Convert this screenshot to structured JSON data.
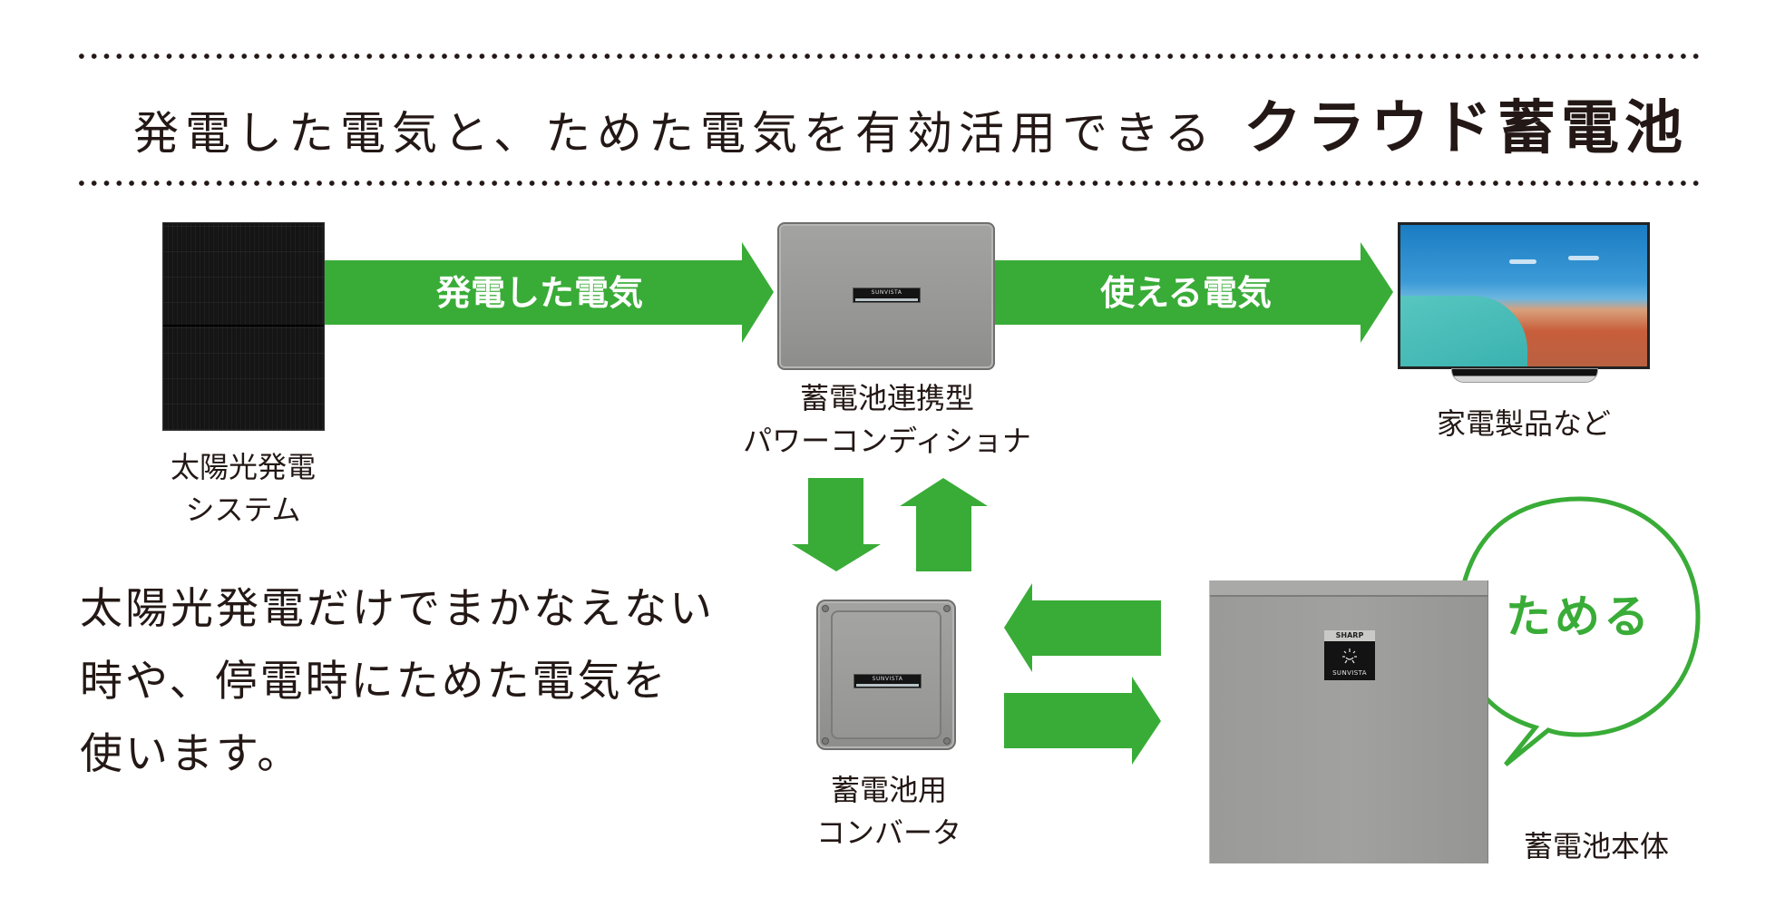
{
  "header": {
    "title_main": "発電した電気と、ためた電気を有効活用できる",
    "title_emphasis": "クラウド蓄電池"
  },
  "colors": {
    "arrow_green": "#39ac37",
    "text_dark": "#231815",
    "device_gray": "#9a9a98"
  },
  "nodes": {
    "solar": {
      "label_lines": [
        "太陽光発電",
        "システム"
      ],
      "icon": "solar-panel-icon"
    },
    "inverter": {
      "label_lines": [
        "蓄電池連携型",
        "パワーコンディショナ"
      ],
      "icon": "power-conditioner-icon",
      "badge": "SUNVISTA"
    },
    "appliance": {
      "label_lines": [
        "家電製品など"
      ],
      "icon": "television-icon"
    },
    "converter": {
      "label_lines": [
        "蓄電池用",
        "コンバータ"
      ],
      "icon": "battery-converter-icon",
      "badge": "SUNVISTA"
    },
    "battery": {
      "label_lines": [
        "蓄電池本体"
      ],
      "icon": "storage-battery-icon",
      "brand": "SHARP",
      "badge": "SUNVISTA"
    }
  },
  "arrows": {
    "generated": {
      "label": "発電した電気",
      "direction": "right"
    },
    "usable": {
      "label": "使える電気",
      "direction": "right"
    },
    "to_converter": {
      "direction": "down"
    },
    "from_converter": {
      "direction": "up"
    },
    "battery_to_converter": {
      "direction": "left"
    },
    "converter_to_battery": {
      "direction": "right"
    }
  },
  "bubble": {
    "text": "ためる"
  },
  "description": {
    "lines": [
      "太陽光発電だけでまかなえない",
      "時や、停電時にためた電気を",
      "使います。"
    ]
  }
}
